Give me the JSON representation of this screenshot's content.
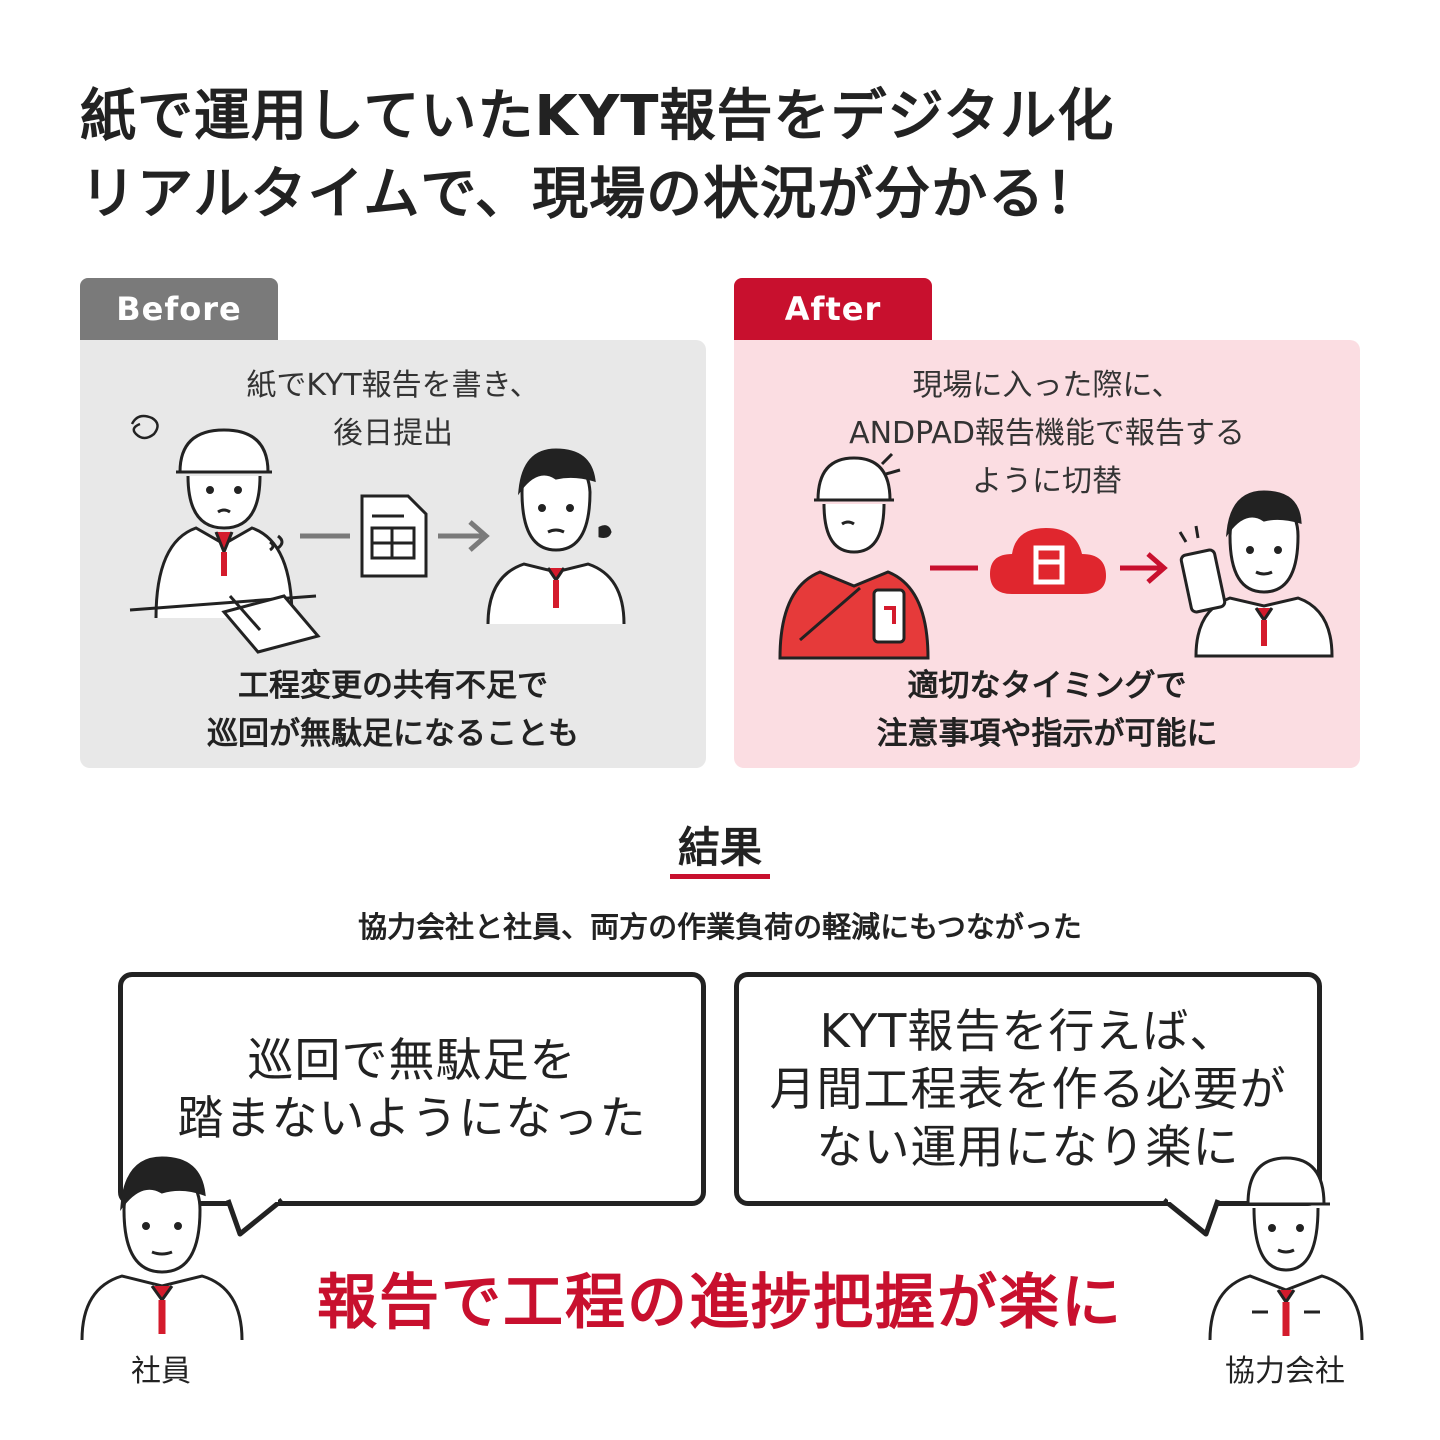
{
  "title": {
    "line1": "紙で運用していたKYT報告をデジタル化",
    "line2": "リアルタイムで、現場の状況が分かる！"
  },
  "before": {
    "tab_label": "Before",
    "caption_line1": "紙でKYT報告を書き、",
    "caption_line2": "後日提出",
    "result_line1": "工程変更の共有不足で",
    "result_line2": "巡回が無駄足になることも"
  },
  "after": {
    "tab_label": "After",
    "caption_line1": "現場に入った際に、",
    "caption_line2": "ANDPAD報告機能で報告する",
    "caption_line3": "ように切替",
    "result_line1": "適切なタイミングで",
    "result_line2": "注意事項や指示が可能に"
  },
  "result": {
    "label": "結果",
    "subtitle": "協力会社と社員、両方の作業負荷の軽減にもつながった"
  },
  "bubble_left": {
    "line1": "巡回で無駄足を",
    "line2": "踏まないようになった"
  },
  "bubble_right": {
    "line1": "KYT報告を行えば、",
    "line2": "月間工程表を作る必要が",
    "line3": "ない運用になり楽に"
  },
  "conclusion": "報告で工程の進捗把握が楽に",
  "labels": {
    "employee": "社員",
    "partner": "協力会社"
  },
  "colors": {
    "accent_red": "#c8102e",
    "before_gray": "#7a7a7a",
    "before_panel": "#e8e8e8",
    "after_panel": "#fbdde2"
  }
}
